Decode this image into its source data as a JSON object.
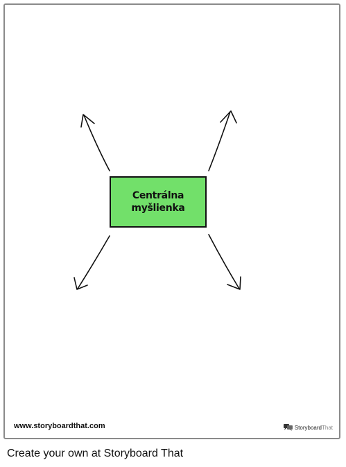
{
  "diagram": {
    "central_idea": "Centrálna myšlienka",
    "box_color": "#72e06a",
    "branches": [
      "up-left",
      "up-right",
      "down-left",
      "down-right"
    ]
  },
  "watermark": {
    "url": "www.storyboardthat.com",
    "brand_bold": "Storyboard",
    "brand_light": "That",
    "brand_icon": "speech-bubbles-icon"
  },
  "footer": {
    "cta": "Create your own at Storyboard That"
  }
}
